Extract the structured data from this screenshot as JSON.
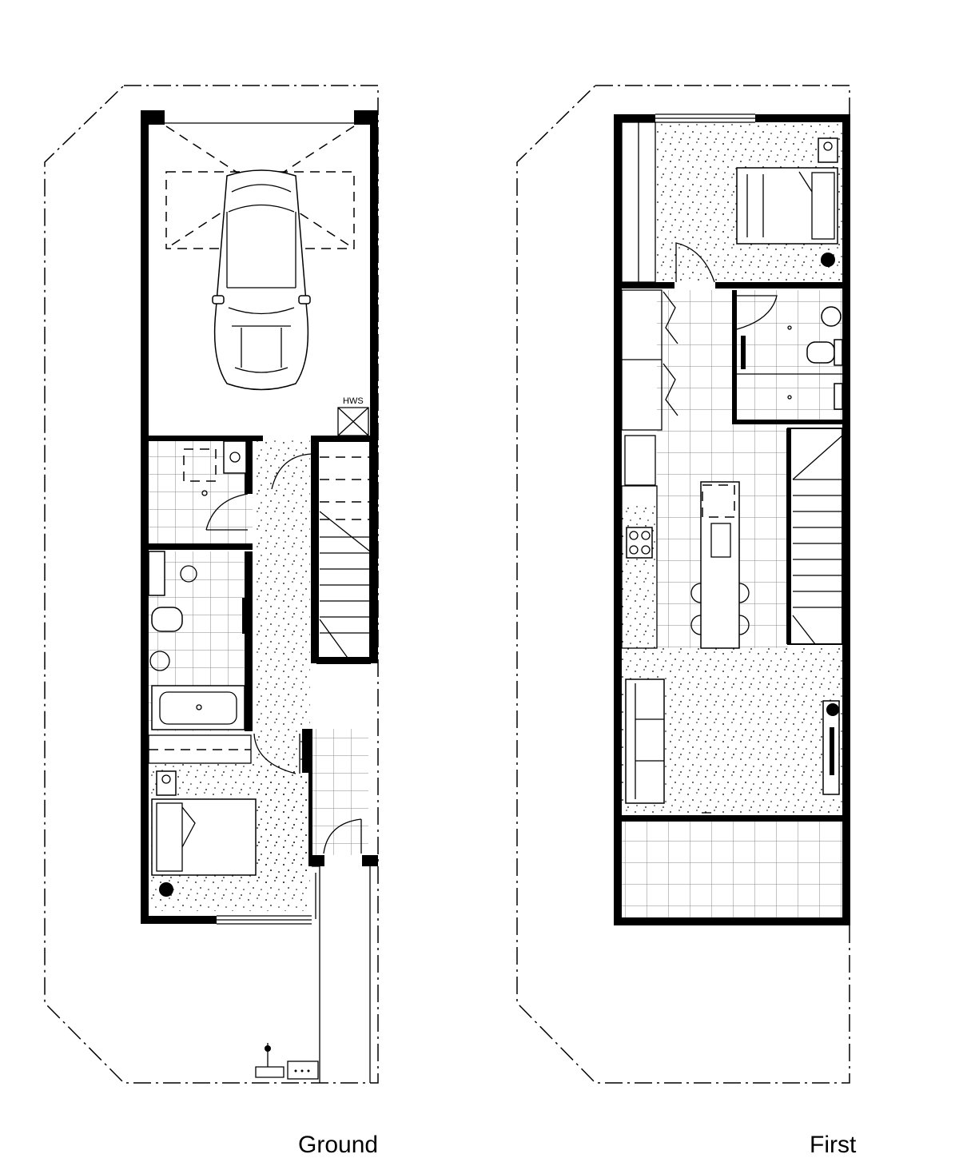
{
  "labels": {
    "ground": "Ground",
    "first": "First",
    "hws": "HWS"
  },
  "colors": {
    "ink": "#000000",
    "tile_line": "#8a8a8a",
    "background": "#ffffff"
  }
}
